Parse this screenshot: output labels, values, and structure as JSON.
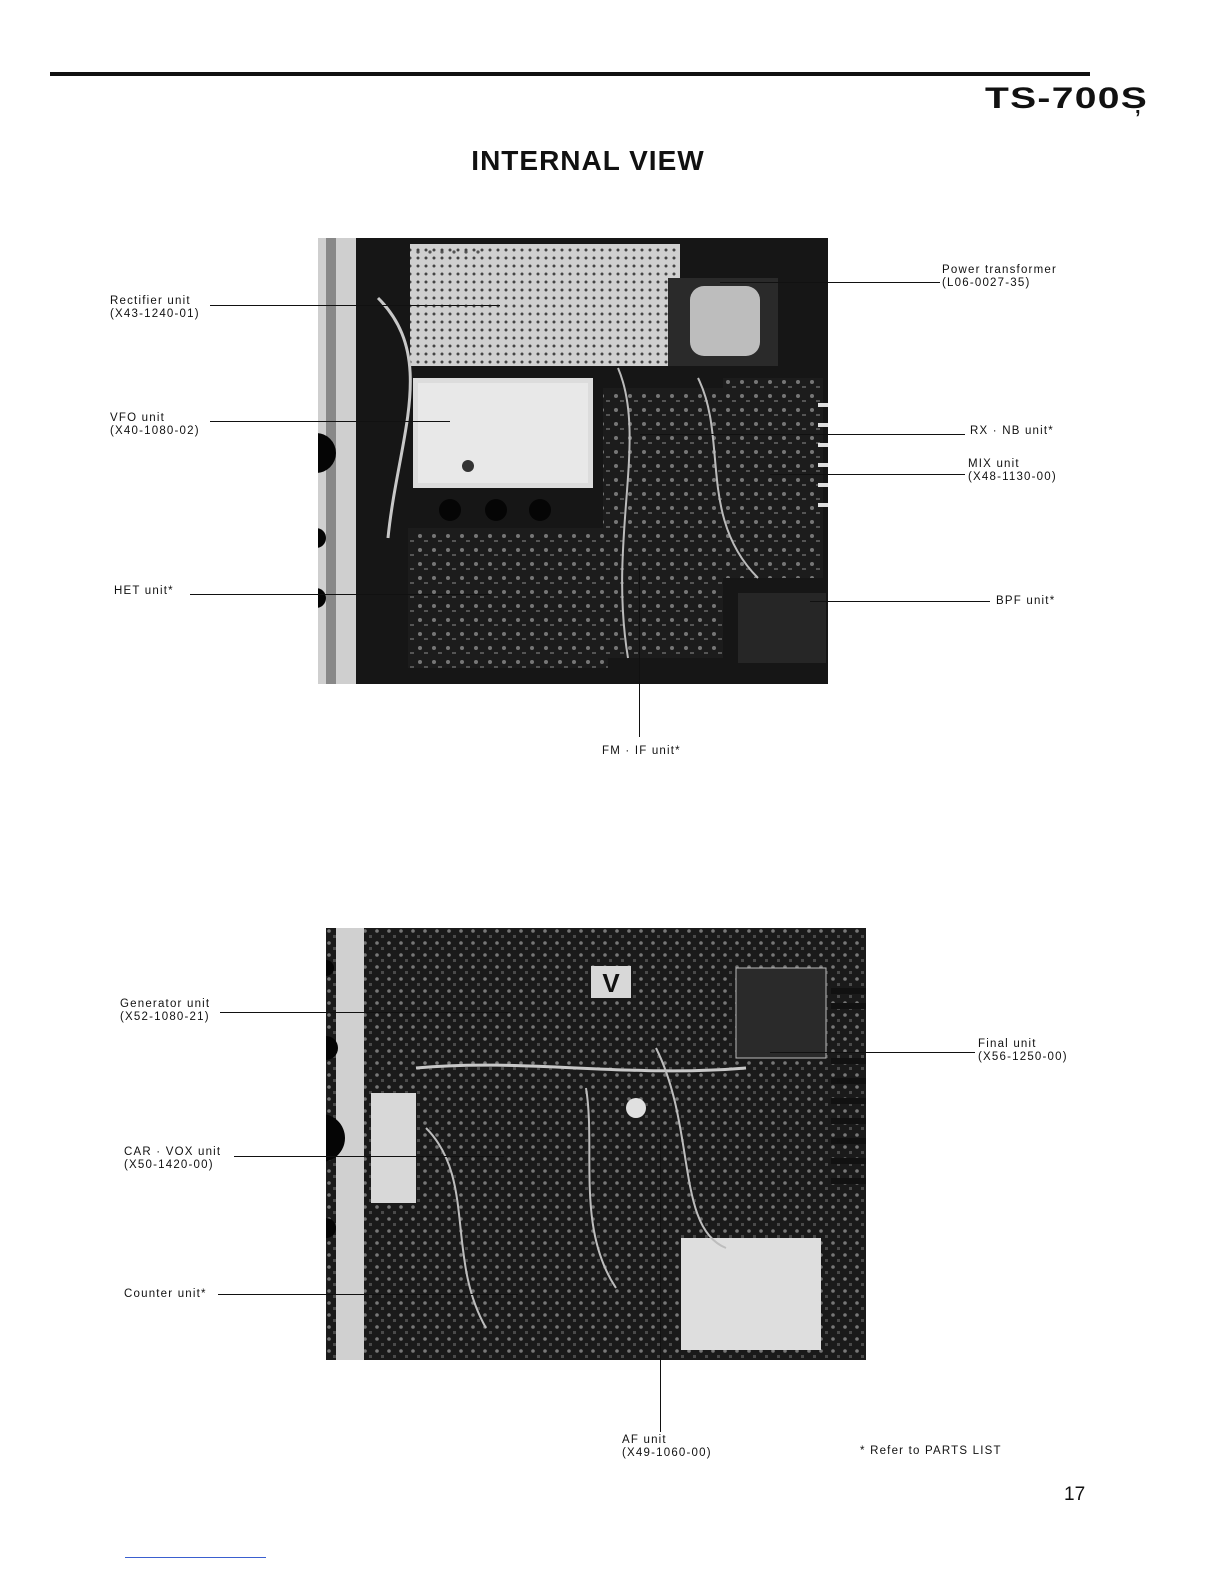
{
  "header": {
    "model": "TS-700S",
    "mark": ",",
    "title": "INTERNAL VIEW"
  },
  "top_view": {
    "labels": {
      "rectifier": [
        "Rectifier unit",
        "(X43-1240-01)"
      ],
      "power": [
        "Power transformer",
        "(L06-0027-35)"
      ],
      "vfo": [
        "VFO unit",
        "(X40-1080-02)"
      ],
      "rxnb": [
        "RX · NB unit*"
      ],
      "mix": [
        "MIX unit",
        "(X48-1130-00)"
      ],
      "het": [
        "HET unit*"
      ],
      "bpf": [
        "BPF unit*"
      ],
      "fmif": [
        "FM · IF unit*"
      ]
    }
  },
  "bottom_view": {
    "labels": {
      "generator": [
        "Generator unit",
        "(X52-1080-21)"
      ],
      "final": [
        "Final unit",
        "(X56-1250-00)"
      ],
      "carvox": [
        "CAR · VOX unit",
        "(X50-1420-00)"
      ],
      "counter": [
        "Counter unit*"
      ],
      "af": [
        "AF unit",
        "(X49-1060-00)"
      ]
    }
  },
  "footer": {
    "note": "* Refer to PARTS LIST",
    "page_number": "17"
  },
  "colors": {
    "ink": "#111111",
    "board": "#1a1a1a",
    "metal": "#d9d9d9"
  }
}
